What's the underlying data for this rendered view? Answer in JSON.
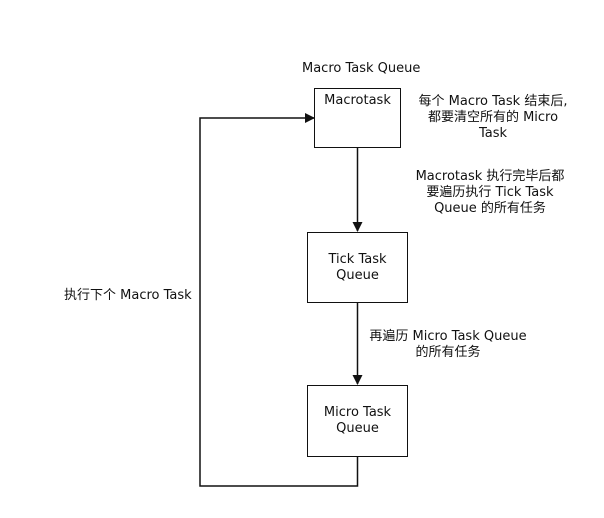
{
  "diagram": {
    "queue_title": "Macro Task Queue",
    "nodes": {
      "macrotask": "Macrotask",
      "tick": [
        "Tick Task",
        "Queue"
      ],
      "micro": [
        "Micro Task",
        "Queue"
      ]
    },
    "annotations": {
      "note_macro": [
        "每个 Macro Task 结束后,",
        "都要清空所有的 Micro",
        "Task"
      ],
      "note_tick": [
        "Macrotask 执行完毕后都",
        "要遍历执行 Tick Task",
        "Queue 的所有任务"
      ],
      "note_micro": [
        "再遍历 Micro Task Queue",
        "的所有任务"
      ],
      "loop_label": "执行下个 Macro Task"
    },
    "colors": {
      "line": "#111111",
      "background": "#ffffff"
    }
  }
}
